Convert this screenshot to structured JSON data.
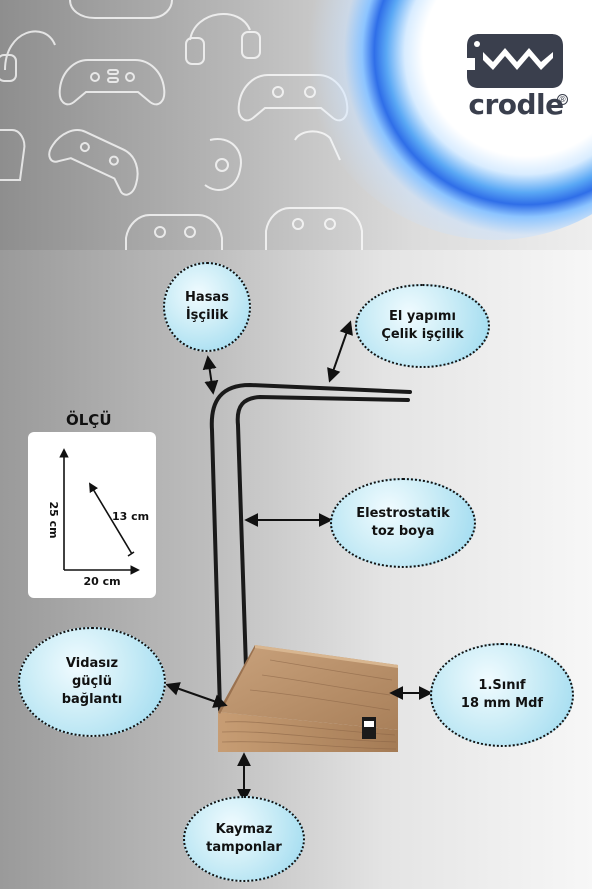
{
  "brand": {
    "name": "crodle",
    "reg_symbol": "®"
  },
  "measure": {
    "title": "ÖLÇÜ",
    "height_label": "25 cm",
    "diagonal_label": "13 cm",
    "width_label": "20 cm"
  },
  "callouts": {
    "hasas": "Hasas\nİşçilik",
    "el_yapimi": "El yapımı\nÇelik işçilik",
    "elektrostatik": "Elestrostatik\ntoz boya",
    "vidasiz": "Vidasız\ngüçlü\nbağlantı",
    "sinif": "1.Sınıf\n18 mm Mdf",
    "kaymaz": "Kaymaz\ntamponlar"
  },
  "colors": {
    "bubble_fill": "#bde7f4",
    "steel": "#1a1a1a",
    "wood": "#b98f66"
  },
  "icons": {
    "controller": "gamepad-icon",
    "headset": "headset-icon"
  }
}
